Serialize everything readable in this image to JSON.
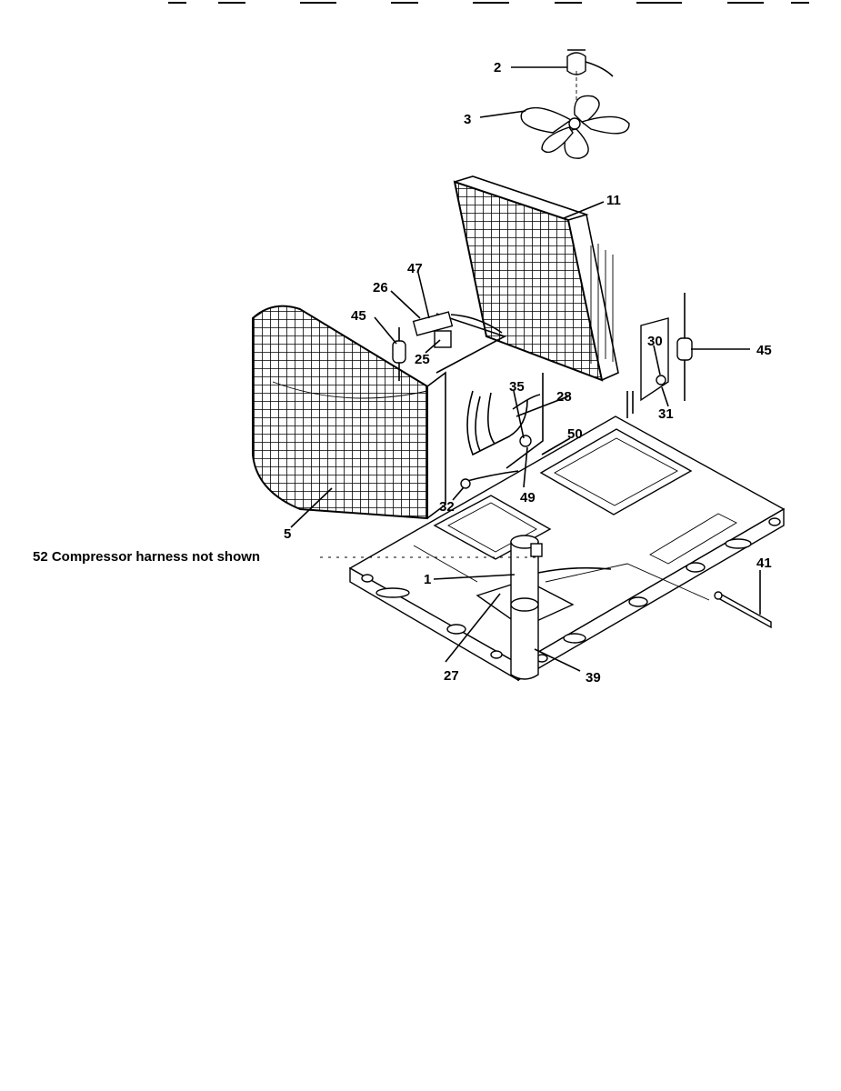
{
  "diagram": {
    "callouts": {
      "c1": "1",
      "c2": "2",
      "c3": "3",
      "c5": "5",
      "c11": "11",
      "c25": "25",
      "c26": "26",
      "c27": "27",
      "c28": "28",
      "c30": "30",
      "c31": "31",
      "c32": "32",
      "c35": "35",
      "c39": "39",
      "c41": "41",
      "c45a": "45",
      "c45b": "45",
      "c47": "47",
      "c49": "49",
      "c50": "50"
    },
    "note": "52 Compressor harness not shown"
  }
}
